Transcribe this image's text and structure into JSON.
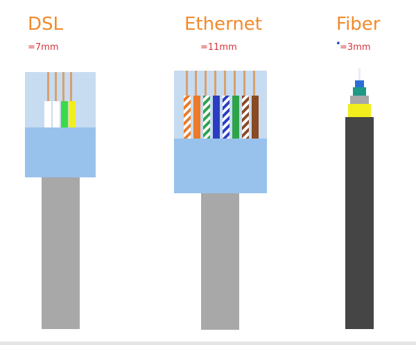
{
  "connectors": [
    {
      "name": "DSL",
      "size": "=7mm"
    },
    {
      "name": "Ethernet",
      "size": "=11mm"
    },
    {
      "name": "Fiber",
      "size": "=3mm"
    }
  ],
  "colors": {
    "title": "#f08a2c",
    "size_text": "#d6333a",
    "connector_light": "#c7dbf1",
    "connector_body": "#98c2ec",
    "cable_gray": "#a8a8a8",
    "fiber_jacket": "#454545",
    "fiber_yellow": "#f2ee1e"
  }
}
